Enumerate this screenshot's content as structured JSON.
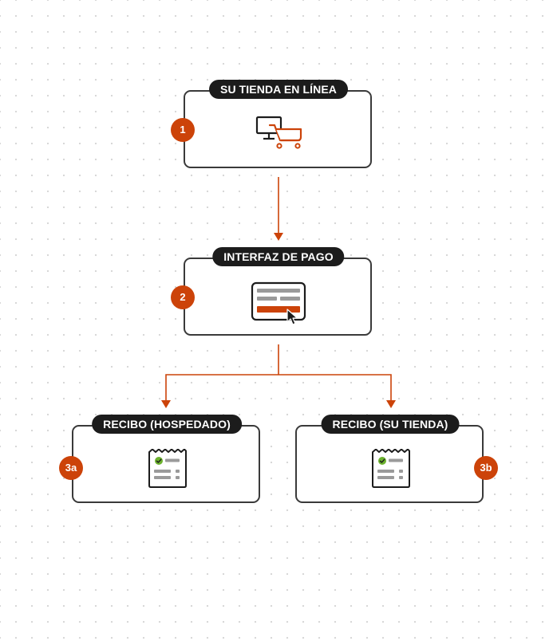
{
  "colors": {
    "accent": "#cc4309",
    "dark": "#1c1c1c",
    "border": "#3a3a3a",
    "gray": "#9a9a9a",
    "check": "#6cb22e"
  },
  "nodes": [
    {
      "title": "SU TIENDA EN LÍNEA",
      "step": "1",
      "icon": "monitor-cart-icon"
    },
    {
      "title": "INTERFAZ DE PAGO",
      "step": "2",
      "icon": "payment-form-icon"
    },
    {
      "title": "RECIBO (HOSPEDADO)",
      "step": "3a",
      "icon": "receipt-icon"
    },
    {
      "title": "RECIBO (SU TIENDA)",
      "step": "3b",
      "icon": "receipt-icon"
    }
  ]
}
